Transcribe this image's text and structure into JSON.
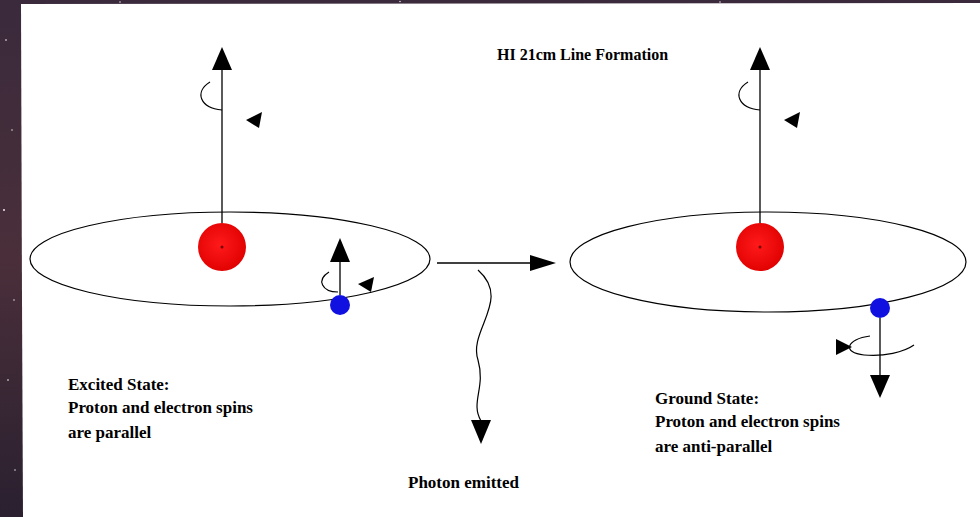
{
  "diagram": {
    "title": "HI 21cm Line Formation",
    "labels": [
      "Excited State:",
      "Proton and electron spins are parallel",
      "Photon emitted",
      "Ground State:",
      "Proton and electron spins are anti-parallel"
    ]
  }
}
